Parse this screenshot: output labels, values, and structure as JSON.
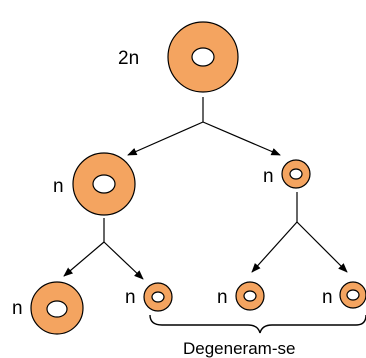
{
  "labels": {
    "parent": "2n",
    "first_left": "n",
    "first_right": "n",
    "second_1": "n",
    "second_2": "n",
    "second_3": "n",
    "second_4": "n"
  },
  "caption": "Degeneram-se",
  "colors": {
    "cell": "#F4A460",
    "outline": "#000000",
    "nucleus": "#ffffff"
  }
}
